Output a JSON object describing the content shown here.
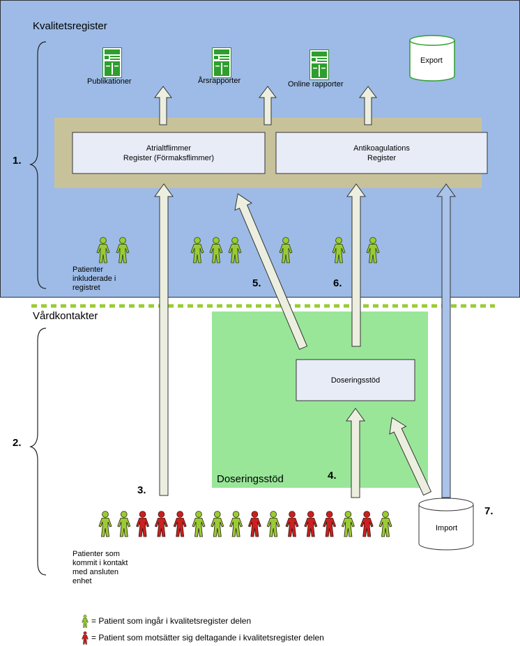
{
  "regions": {
    "top_title": "Kvalitetsregister",
    "bottom_title": "Vårdkontakter",
    "dosing_area_title": "Doseringsstöd"
  },
  "outputs": {
    "publications": "Publikationer",
    "annual_reports": "Årsrapporter",
    "online_reports": "Online rapporter",
    "export": "Export"
  },
  "registers": {
    "af_line1": "Atrialtflimmer",
    "af_line2": "Register (Förmaksflimmer)",
    "ac_line1": "Antikoagulations",
    "ac_line2": "Register"
  },
  "dosing_box": "Doseringsstöd",
  "import_db": "Import",
  "numbers": {
    "n1": "1.",
    "n2": "2.",
    "n3": "3.",
    "n4": "4.",
    "n5": "5.",
    "n6": "6.",
    "n7": "7."
  },
  "patients_included": {
    "line1": "Patienter",
    "line2": "inkluderade i",
    "line3": "registret"
  },
  "patients_contact": {
    "line1": "Patienter som",
    "line2": "kommit i kontakt",
    "line3": "med ansluten",
    "line4": "enhet"
  },
  "legend": {
    "green": "= Patient som ingår i kvalitetsregister delen",
    "red": "= Patient som motsätter sig deltagande i kvalitetsregister delen"
  },
  "colors": {
    "top_region": "#9dbbe6",
    "dashed_divider": "#99cc33",
    "dosing_area": "#99e699",
    "register_frame": "#c8c29b",
    "register_box": "#e8ecf7",
    "arrow_fill": "#ecefdf",
    "import_arrow_fill": "#a9c3ea",
    "patient_included": "#99cc33",
    "patient_refused": "#cc1f1f"
  },
  "patient_row": [
    "green",
    "green",
    "red",
    "red",
    "red",
    "green",
    "green",
    "green",
    "red",
    "green",
    "red",
    "red",
    "red",
    "green",
    "red",
    "green"
  ]
}
